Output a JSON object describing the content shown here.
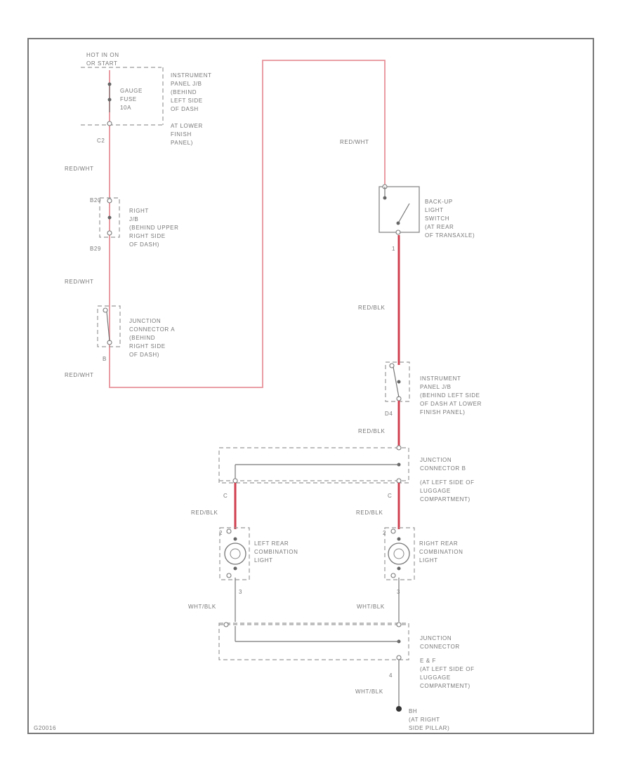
{
  "power": {
    "line1": "HOT IN ON",
    "line2": "OR START"
  },
  "fuse": {
    "name": "GAUGE",
    "line2": "FUSE",
    "rating": "10A"
  },
  "ipjb_top": {
    "lines": [
      "INSTRUMENT",
      "PANEL J/B",
      "(BEHIND",
      "LEFT SIDE",
      "OF DASH",
      "AT LOWER",
      "FINISH",
      "PANEL)"
    ],
    "pin": "C2"
  },
  "wire_labels": {
    "red_wht": "RED/WHT",
    "red_blk": "RED/BLK",
    "wht_blk": "WHT/BLK"
  },
  "right_jb": {
    "lines": [
      "RIGHT",
      "J/B",
      "(BEHIND UPPER",
      "RIGHT SIDE",
      "OF DASH)"
    ],
    "pin_top": "B20",
    "pin_bottom": "B29"
  },
  "junction_a": {
    "lines": [
      "JUNCTION",
      "CONNECTOR A",
      "(BEHIND",
      "RIGHT SIDE",
      "OF DASH)"
    ],
    "pin": "B"
  },
  "backup_switch": {
    "lines": [
      "BACK-UP",
      "LIGHT",
      "SWITCH",
      "(AT REAR",
      "OF TRANSAXLE)"
    ],
    "pin": "1"
  },
  "ipjb_right": {
    "lines": [
      "INSTRUMENT",
      "PANEL J/B",
      "(BEHIND LEFT SIDE",
      "OF DASH AT LOWER",
      "FINISH PANEL)"
    ],
    "pin": "D4"
  },
  "junction_b": {
    "lines": [
      "JUNCTION",
      "CONNECTOR B",
      "(AT LEFT SIDE OF",
      "LUGGAGE",
      "COMPARTMENT)"
    ]
  },
  "left_lamp": {
    "lines": [
      "LEFT REAR",
      "COMBINATION",
      "LIGHT"
    ],
    "pin_top": "2",
    "pin_bottom": "3"
  },
  "right_lamp": {
    "lines": [
      "RIGHT REAR",
      "COMBINATION",
      "LIGHT"
    ],
    "pin_top": "2",
    "pin_bottom": "3"
  },
  "junction_ce": {
    "lines": [
      "JUNCTION",
      "CONNECTOR",
      "E & F",
      "(AT LEFT SIDE OF",
      "LUGGAGE",
      "COMPARTMENT)"
    ],
    "pin": "4"
  },
  "ground": {
    "lines": [
      "BH",
      "(AT RIGHT",
      "SIDE PILLAR)"
    ]
  },
  "figure_id": "G20016"
}
